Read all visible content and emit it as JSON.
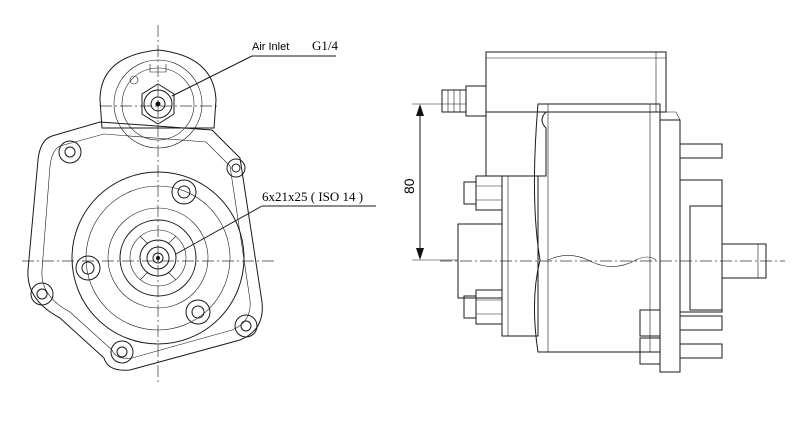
{
  "labels": {
    "air_inlet": "Air Inlet",
    "thread": "G1/4",
    "spline": "6x21x25 ( ISO 14 )",
    "dimension": "80"
  }
}
